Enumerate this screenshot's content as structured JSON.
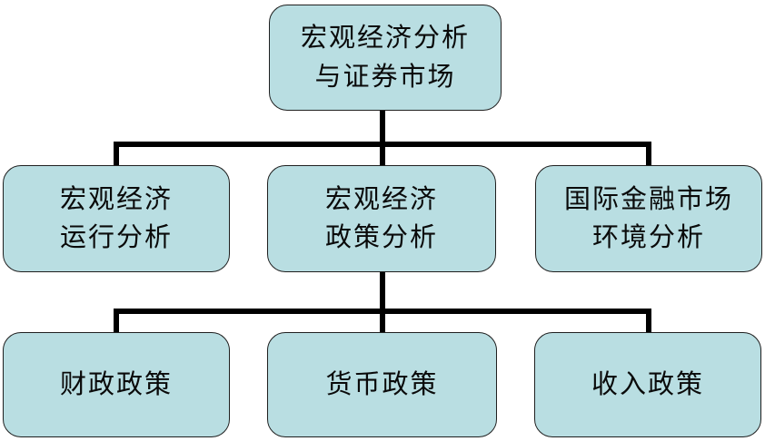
{
  "colors": {
    "box_fill": "#b9dee2",
    "box_border": "#1f1f1f",
    "connector": "#000000",
    "background": "#ffffff"
  },
  "nodes": {
    "root": "宏观经济分析\n与证券市场",
    "level2": [
      "宏观经济\n运行分析",
      "宏观经济\n政策分析",
      "国际金融市场\n环境分析"
    ],
    "level3": [
      "财政政策",
      "货币政策",
      "收入政策"
    ]
  }
}
